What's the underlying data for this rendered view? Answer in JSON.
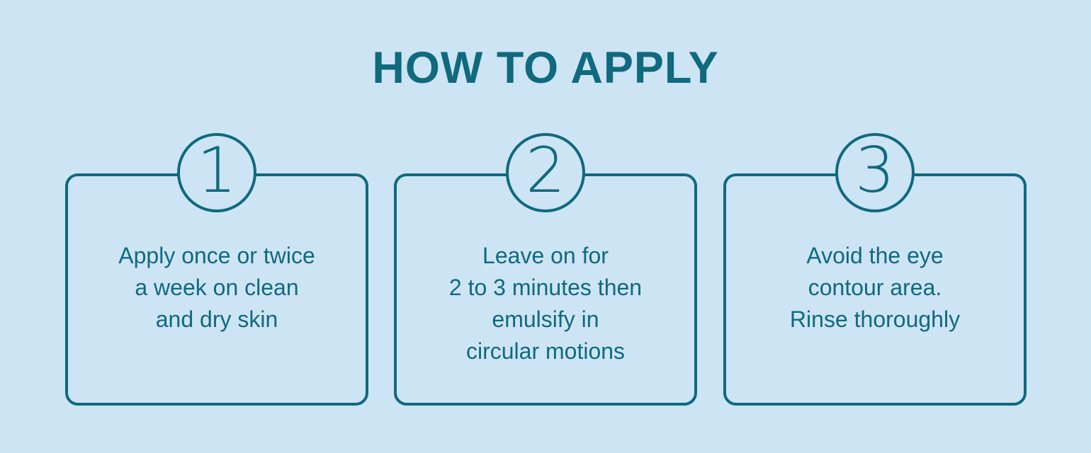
{
  "title": "HOW TO APPLY",
  "theme": {
    "background": "#cde4f5",
    "accent": "#0f6a7e"
  },
  "steps": [
    {
      "number": "1",
      "text": "Apply once or twice\na week on clean\nand dry skin"
    },
    {
      "number": "2",
      "text": "Leave on for\n2 to 3 minutes then\nemulsify in\ncircular motions"
    },
    {
      "number": "3",
      "text": "Avoid the eye\ncontour area.\nRinse thoroughly"
    }
  ]
}
